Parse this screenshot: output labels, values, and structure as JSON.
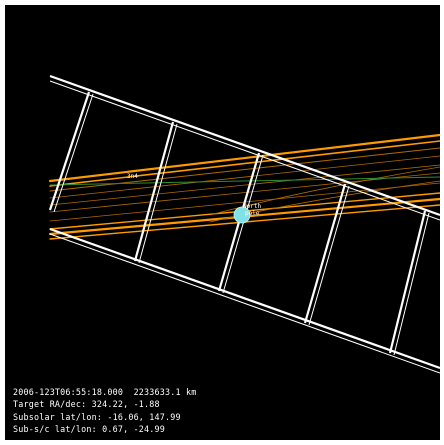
{
  "view": {
    "colors": {
      "background": "#000000",
      "border": "#ffffff",
      "fov_frame": "#ffffff",
      "ring_paths": "#ff9a00",
      "ring_paths_dim": "#b06a00",
      "target_orbit": "#2e8b2e",
      "target_body": "#7fe0e6"
    },
    "labels": {
      "orbit_label": "3n4",
      "body_label_top": "North",
      "body_label_bottom": "pole"
    }
  },
  "readout": {
    "line1": "2006-123T06:55:18.000  2233633.1 km",
    "line2": "Target RA/dec: 324.22, -1.88",
    "line3": "Subsolar lat/lon: -16.06, 147.99",
    "line4": "Sub-s/c lat/lon: 0.67, -24.99"
  }
}
